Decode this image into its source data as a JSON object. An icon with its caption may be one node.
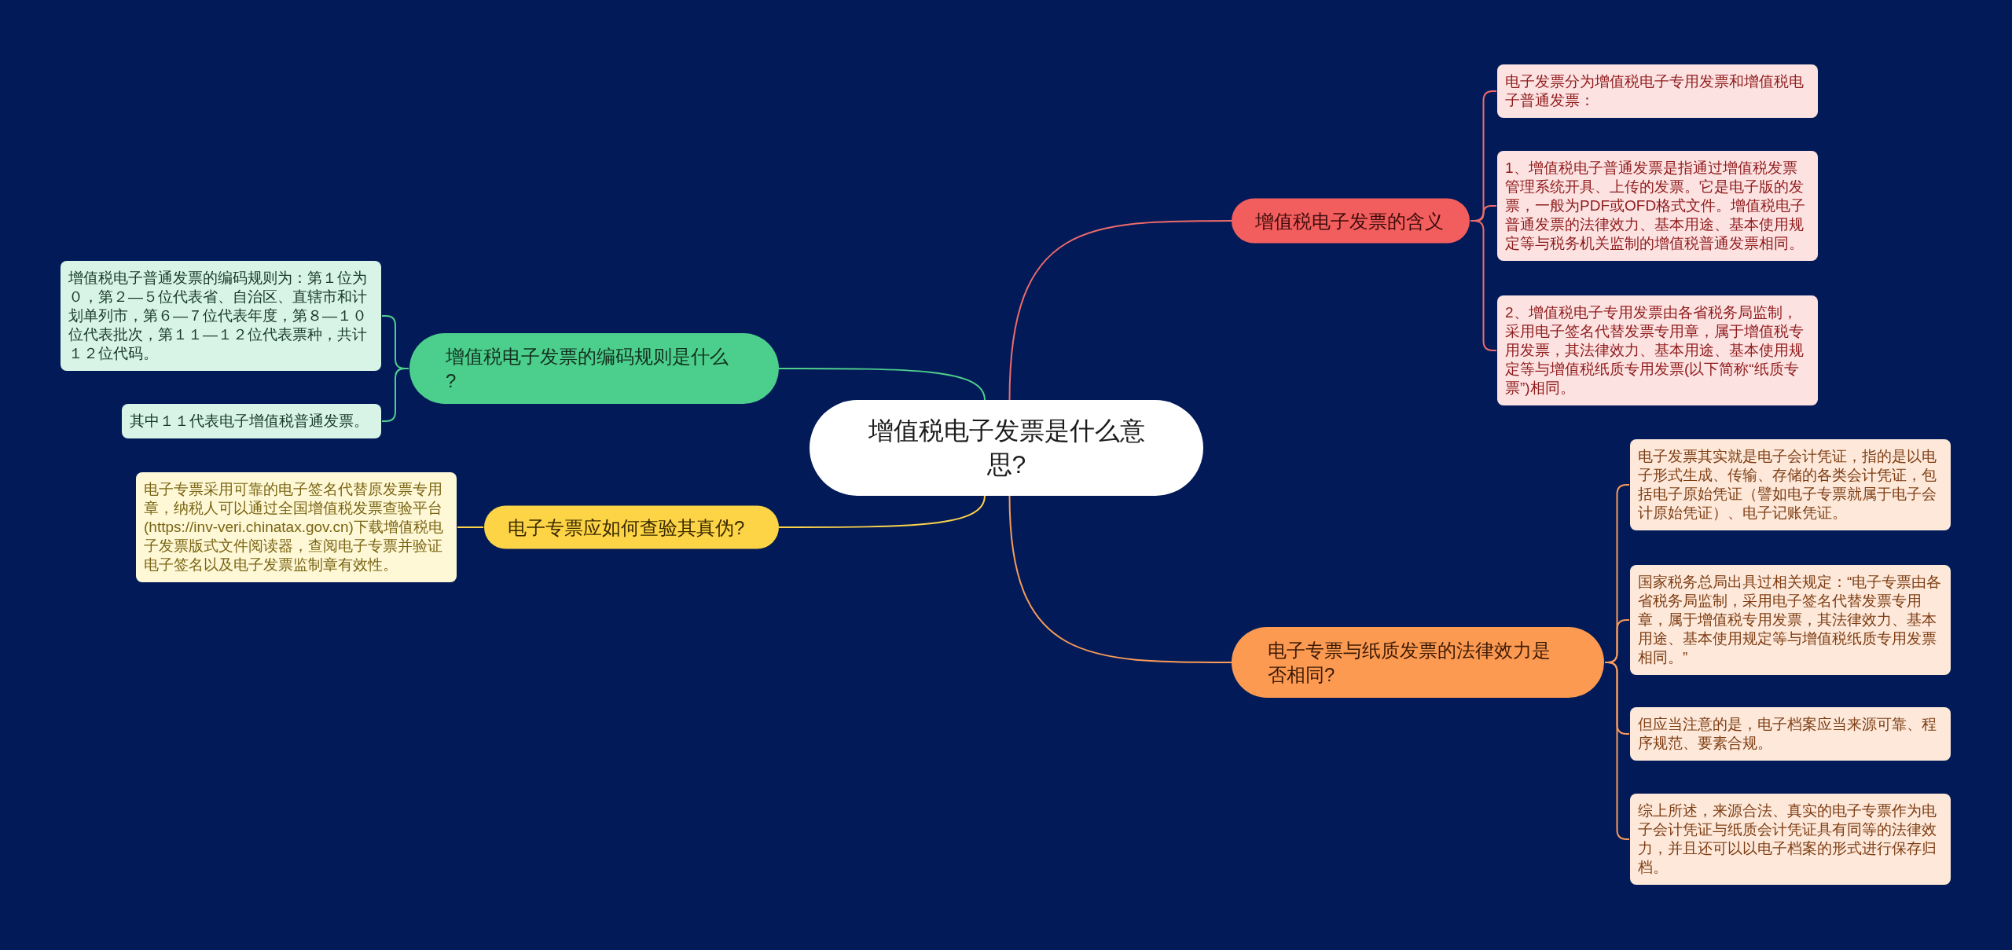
{
  "diagram": {
    "nodes": [
      {
        "text": [
          "增值税电子发票是什么意思?"
        ]
      },
      {
        "text": [
          "增值税电子发票的含义"
        ]
      },
      {
        "text": [
          "电子发票分为增值税电子专用发票和增值税电子普通发票："
        ]
      },
      {
        "text": [
          "1、增值税电子普通发票是指通过增值税发票管理系统开具、上传的发票。它是电子版的发票，一般为PDF或OFD格式文件。增值税电子普通发票的法律效力、基本用途、基本使用规定等与税务机关监制的增值税普通发票相同。"
        ]
      },
      {
        "text": [
          "2、增值税电子专用发票由各省税务局监制，采用电子签名代替发票专用章，属于增值税专用发票，其法律效力、基本用途、基本使用规定等与增值税纸质专用发票(以下简称“纸质专票”)相同。"
        ]
      },
      {
        "text": [
          "增值税电子发票的编码规则是什么?"
        ]
      },
      {
        "text": [
          "增值税电子普通发票的编码规则为：第１位为０，第２—５位代表省、自治区、直辖市和计划单列市，第６—７位代表年度，第８—１０位代表批次，第１１—１２位代表票种，共计１２位代码。"
        ]
      },
      {
        "text": [
          "其中１１代表电子增值税普通发票。"
        ]
      },
      {
        "text": [
          "电子专票应如何查验其真伪?"
        ]
      },
      {
        "text": [
          "电子专票采用可靠的电子签名代替原发票专用章，纳税人可以通过全国增值税发票查验平台(https://inv-veri.chinatax.gov.cn)下载增值税电子发票版式文件阅读器，查阅电子专票并验证电子签名以及电子发票监制章有效性。"
        ]
      },
      {
        "text": [
          "电子专票与纸质发票的法律效力是否相同?"
        ]
      },
      {
        "text": [
          "电子发票其实就是电子会计凭证，指的是以电子形式生成、传输、存储的各类会计凭证，包括电子原始凭证（譬如电子专票就属于电子会计原始凭证）、电子记账凭证。"
        ]
      },
      {
        "text": [
          "国家税务总局出具过相关规定：“电子专票由各省税务局监制，采用电子签名代替发票专用章，属于增值税专用发票，其法律效力、基本用途、基本使用规定等与增值税纸质专用发票相同。”"
        ]
      },
      {
        "text": [
          "但应当注意的是，电子档案应当来源可靠、程序规范、要素合规。"
        ]
      },
      {
        "text": [
          "综上所述，来源合法、真实的电子专票作为电子会计凭证与纸质会计凭证具有同等的法律效力，并且还可以以电子档案的形式进行保存归档。"
        ]
      }
    ],
    "edges": [
      {
        "from": 0,
        "to": 1,
        "arrow": "none",
        "color": "#ee6b6b"
      },
      {
        "from": 1,
        "to": 2,
        "arrow": "none",
        "color": "#ee6b6b"
      },
      {
        "from": 1,
        "to": 3,
        "arrow": "none",
        "color": "#ee6b6b"
      },
      {
        "from": 1,
        "to": 4,
        "arrow": "none",
        "color": "#ee6b6b"
      },
      {
        "from": 0,
        "to": 5,
        "arrow": "none",
        "color": "#4fcf8d"
      },
      {
        "from": 5,
        "to": 6,
        "arrow": "none",
        "color": "#4fcf8d"
      },
      {
        "from": 5,
        "to": 7,
        "arrow": "none",
        "color": "#4fcf8d"
      },
      {
        "from": 0,
        "to": 8,
        "arrow": "none",
        "color": "#fcd24b"
      },
      {
        "from": 8,
        "to": 9,
        "arrow": "none",
        "color": "#fcd24b"
      },
      {
        "from": 0,
        "to": 10,
        "arrow": "none"
      },
      {
        "from": 10,
        "to": 11,
        "arrow": "none"
      },
      {
        "from": 10,
        "to": 12,
        "arrow": "none"
      },
      {
        "from": 10,
        "to": 13,
        "arrow": "none"
      },
      {
        "from": 10,
        "to": 14,
        "arrow": "none"
      }
    ]
  }
}
